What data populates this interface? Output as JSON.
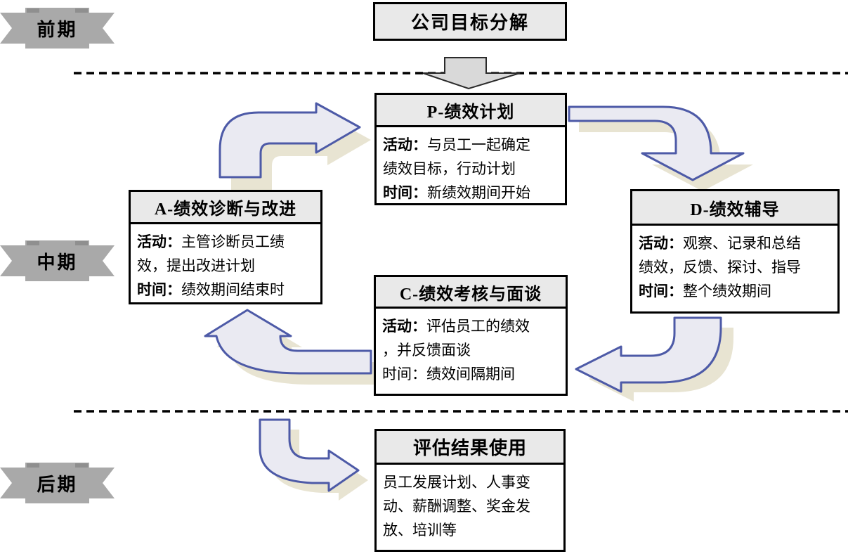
{
  "stages": [
    {
      "label": "前期"
    },
    {
      "label": "中期"
    },
    {
      "label": "后期"
    }
  ],
  "top_box": {
    "title": "公司目标分解"
  },
  "cycle_boxes": {
    "plan": {
      "title": "P-绩效计划",
      "lines": [
        {
          "bold": "活动：",
          "text": "与员工一起确定"
        },
        {
          "bold": "",
          "text": "绩效目标，行动计划"
        },
        {
          "bold": "时间：",
          "text": "新绩效期间开始"
        }
      ]
    },
    "do": {
      "title": "D-绩效辅导",
      "lines": [
        {
          "bold": "活动：",
          "text": "观察、记录和总结"
        },
        {
          "bold": "",
          "text": "绩效，反馈、探讨、指导"
        },
        {
          "bold": "时间：",
          "text": "整个绩效期间"
        }
      ]
    },
    "check": {
      "title": "C-绩效考核与面谈",
      "lines": [
        {
          "bold": "活动：",
          "text": "评估员工的绩效"
        },
        {
          "bold": "",
          "text": "，并反馈面谈"
        },
        {
          "bold": "",
          "text": "时间：绩效间隔期间"
        }
      ]
    },
    "act": {
      "title": "A-绩效诊断与改进",
      "lines": [
        {
          "bold": "活动：",
          "text": "主管诊断员工绩"
        },
        {
          "bold": "",
          "text": "效，提出改进计划"
        },
        {
          "bold": "时间：",
          "text": "绩效期间结束时"
        }
      ]
    }
  },
  "result_box": {
    "title": "评估结果使用",
    "lines": [
      {
        "bold": "",
        "text": "员工发展计划、人事变"
      },
      {
        "bold": "",
        "text": "动、薪酬调整、奖金发"
      },
      {
        "bold": "",
        "text": "放、培训等"
      }
    ]
  },
  "colors": {
    "arrow_fill": "#eaeaf2",
    "arrow_stroke": "#4d5aa7",
    "arrow_shadow": "#e8e4d2",
    "down_arrow_fill": "#d9d9d9",
    "box_header_bg": "#e9e9e9",
    "ribbon_fill": "#a9a9a9",
    "ribbon_fold": "#8f8f8f",
    "dashed_line": "#000000"
  }
}
